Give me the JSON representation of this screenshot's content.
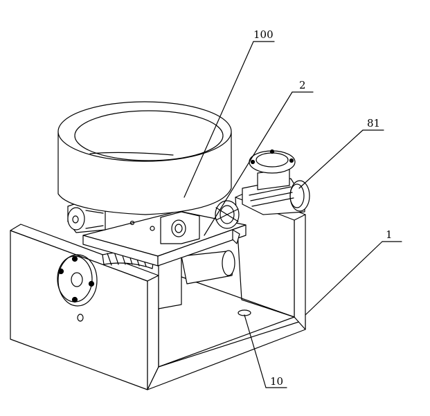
{
  "labels": {
    "bowl": "100",
    "plate": "2",
    "motor": "81",
    "frame": "1",
    "hole": "10"
  }
}
